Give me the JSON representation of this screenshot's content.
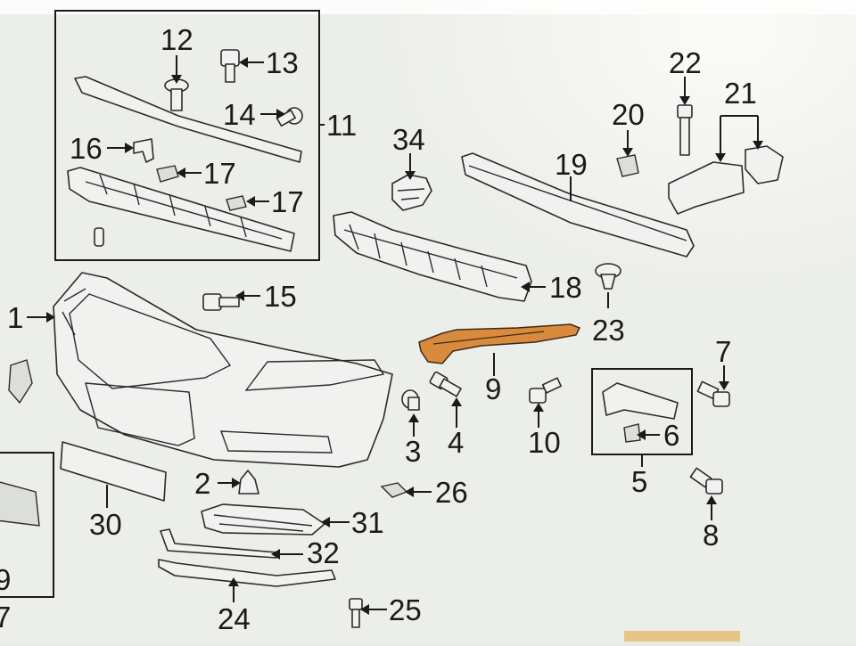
{
  "diagram": {
    "highlight_color": "#d98a3c",
    "line_color": "#1a1a1a",
    "background_color": "#eceeea",
    "callouts": [
      {
        "id": "c1",
        "label": "1"
      },
      {
        "id": "c2",
        "label": "2"
      },
      {
        "id": "c3",
        "label": "3"
      },
      {
        "id": "c4",
        "label": "4"
      },
      {
        "id": "c5",
        "label": "5"
      },
      {
        "id": "c6",
        "label": "6"
      },
      {
        "id": "c7",
        "label": "7"
      },
      {
        "id": "c8",
        "label": "8"
      },
      {
        "id": "c9",
        "label": "9"
      },
      {
        "id": "c10",
        "label": "10"
      },
      {
        "id": "c11",
        "label": "11"
      },
      {
        "id": "c12",
        "label": "12"
      },
      {
        "id": "c13",
        "label": "13"
      },
      {
        "id": "c14",
        "label": "14"
      },
      {
        "id": "c15",
        "label": "15"
      },
      {
        "id": "c16",
        "label": "16"
      },
      {
        "id": "c17a",
        "label": "17"
      },
      {
        "id": "c17b",
        "label": "17"
      },
      {
        "id": "c18",
        "label": "18"
      },
      {
        "id": "c19",
        "label": "19"
      },
      {
        "id": "c20",
        "label": "20"
      },
      {
        "id": "c21",
        "label": "21"
      },
      {
        "id": "c22",
        "label": "22"
      },
      {
        "id": "c23",
        "label": "23"
      },
      {
        "id": "c24",
        "label": "24"
      },
      {
        "id": "c25",
        "label": "25"
      },
      {
        "id": "c26",
        "label": "26"
      },
      {
        "id": "c30",
        "label": "30"
      },
      {
        "id": "c31",
        "label": "31"
      },
      {
        "id": "c32",
        "label": "32"
      },
      {
        "id": "c34",
        "label": "34"
      },
      {
        "id": "cedge9",
        "label": "9"
      },
      {
        "id": "cedge7",
        "label": "7"
      }
    ]
  }
}
